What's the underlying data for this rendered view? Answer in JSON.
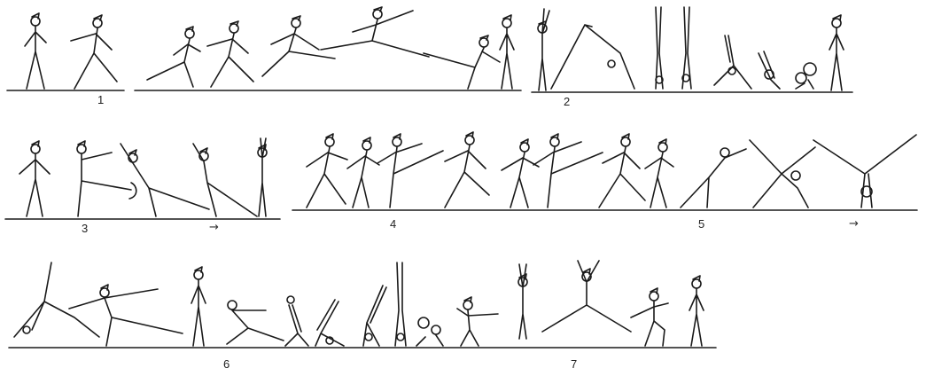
{
  "sequences": [
    {
      "label": "1"
    },
    {
      "label": "2"
    },
    {
      "label": "3"
    },
    {
      "label": "4"
    },
    {
      "label": "5"
    },
    {
      "label": "6"
    },
    {
      "label": "7"
    }
  ],
  "arrows": [
    {
      "glyph": "→"
    },
    {
      "glyph": "→"
    }
  ]
}
